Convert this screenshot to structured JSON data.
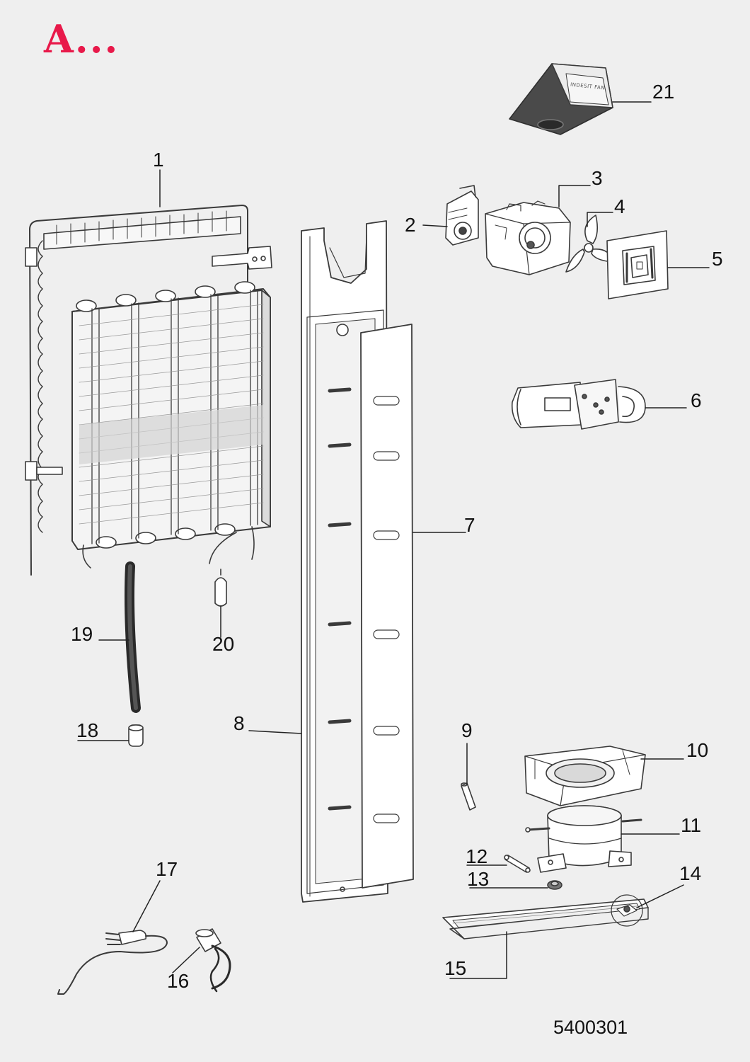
{
  "title": "A...",
  "drawing_code": "5400301",
  "fan_label_text": "INDESIT FAN",
  "colors": {
    "background": "#efefef",
    "title": "#e8194a",
    "line": "#3a3a3a",
    "part_fill": "#ffffff",
    "shade": "#d6d6d6",
    "dark_part": "#4a4a4a"
  },
  "parts": [
    {
      "number": "1",
      "icon": "condenser-coil-icon"
    },
    {
      "number": "2",
      "icon": "damper-motor-icon"
    },
    {
      "number": "3",
      "icon": "fan-housing-icon"
    },
    {
      "number": "4",
      "icon": "fan-blade-icon"
    },
    {
      "number": "5",
      "icon": "fan-cover-icon"
    },
    {
      "number": "6",
      "icon": "thermostat-icon"
    },
    {
      "number": "7",
      "icon": "evaporator-panel-icon"
    },
    {
      "number": "8",
      "icon": "back-panel-icon"
    },
    {
      "number": "9",
      "icon": "pin-icon"
    },
    {
      "number": "10",
      "icon": "drip-tray-icon"
    },
    {
      "number": "11",
      "icon": "compressor-icon"
    },
    {
      "number": "12",
      "icon": "clip-icon"
    },
    {
      "number": "13",
      "icon": "grommet-icon"
    },
    {
      "number": "14",
      "icon": "mounting-detail-icon"
    },
    {
      "number": "15",
      "icon": "base-plate-icon"
    },
    {
      "number": "16",
      "icon": "capacitor-icon"
    },
    {
      "number": "17",
      "icon": "power-plug-icon"
    },
    {
      "number": "18",
      "icon": "cap-icon"
    },
    {
      "number": "19",
      "icon": "drain-hose-icon"
    },
    {
      "number": "20",
      "icon": "filter-drier-icon"
    },
    {
      "number": "21",
      "icon": "control-box-icon"
    }
  ]
}
